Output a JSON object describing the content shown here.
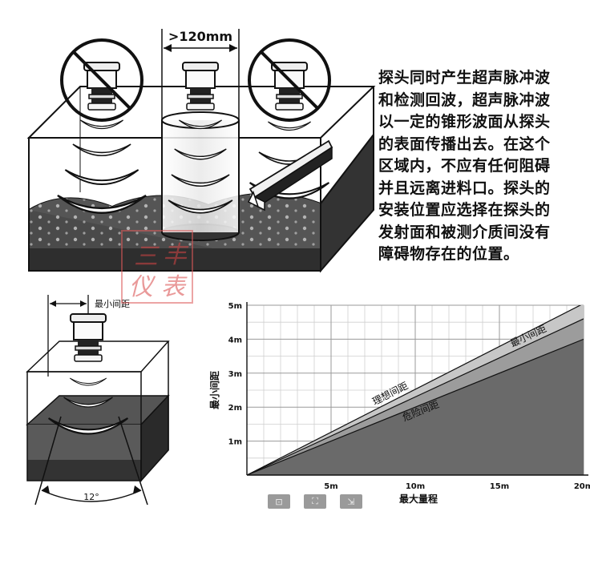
{
  "top": {
    "dimension_label": ">120mm",
    "description_lines": [
      "探头同时产生超声脉冲波",
      "和检测回波，超声脉冲波",
      "以一定的锥形波面从探头",
      "的表面传播出去。在这个",
      "区域内，不应有任何阻碍",
      "并且远离进料口。探头的",
      "安装位置应选择在探头的",
      "发射面和被测介质间没有",
      "障碍物存在的位置。"
    ]
  },
  "watermark": {
    "chars": [
      "三",
      "丰",
      "仪",
      "表"
    ],
    "color": "#d94646"
  },
  "left_bottom": {
    "min_gap_label": "最小间距",
    "angle_label": "12°"
  },
  "chart_data": {
    "type": "area",
    "xlabel": "最大量程",
    "ylabel": "最小间距",
    "xlim": [
      0,
      20
    ],
    "ylim": [
      0,
      5
    ],
    "x_ticks": [
      "5m",
      "10m",
      "15m",
      "20m"
    ],
    "x_tick_values": [
      5,
      10,
      15,
      20
    ],
    "y_ticks": [
      "1m",
      "2m",
      "3m",
      "4m",
      "5m"
    ],
    "y_tick_values": [
      1,
      2,
      3,
      4,
      5
    ],
    "grid": true,
    "series": [
      {
        "name": "理想间距",
        "x": [
          0,
          20
        ],
        "y": [
          0,
          5.05
        ],
        "color": "#c7c7c7"
      },
      {
        "name": "最小间距",
        "x": [
          0,
          20
        ],
        "y": [
          0,
          4.6
        ],
        "color": "#9c9c9c"
      },
      {
        "name": "危险间距",
        "x": [
          0,
          20
        ],
        "y": [
          0,
          4.0
        ],
        "color": "#6a6a6a"
      }
    ]
  },
  "toolbar": {
    "buttons": [
      {
        "icon": "fit-icon",
        "glyph": "⊡"
      },
      {
        "icon": "fullscreen-icon",
        "glyph": "⛶"
      },
      {
        "icon": "export-icon",
        "glyph": "⇲"
      }
    ]
  }
}
